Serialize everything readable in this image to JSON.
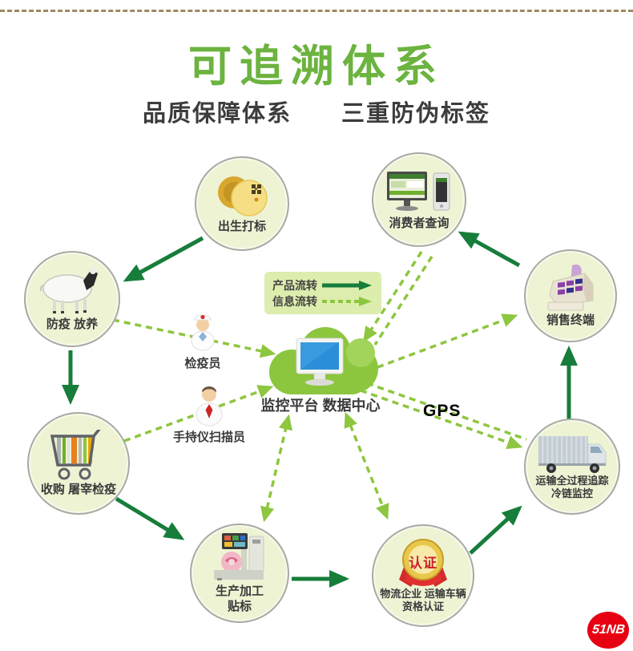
{
  "page": {
    "title": "可追溯体系",
    "subtitle": "品质保障体系　　三重防伪标签"
  },
  "legend": {
    "product_flow": "产品流转",
    "info_flow": "信息流转"
  },
  "center": {
    "label": "监控平台  数据中心"
  },
  "nodes": [
    {
      "label": "出生打标"
    },
    {
      "label": "消费者查询"
    },
    {
      "label": "防疫 放养"
    },
    {
      "label": "销售终端"
    },
    {
      "label": "收购 屠宰检疫"
    },
    {
      "label1": "运输全过程追踪",
      "label2": "冷链监控"
    },
    {
      "label1": "生产加工",
      "label2": "贴标"
    },
    {
      "label1": "物流企业 运输车辆",
      "label2": "资格认证",
      "badge": "认证"
    }
  ],
  "persons": [
    {
      "label": "检疫员"
    },
    {
      "label": "手持仪扫描员"
    }
  ],
  "gps": "GPS",
  "logo": "51NB",
  "colors": {
    "title_green": "#6cb33f",
    "product_arrow_green": "#177d3a",
    "info_arrow_green": "#8dc63f",
    "node_fill": "#eef3d4",
    "legend_bg": "#dcedad",
    "logo_red": "#e60012",
    "badge_red": "#cc2027",
    "medal_gold": "#e8c84a"
  }
}
